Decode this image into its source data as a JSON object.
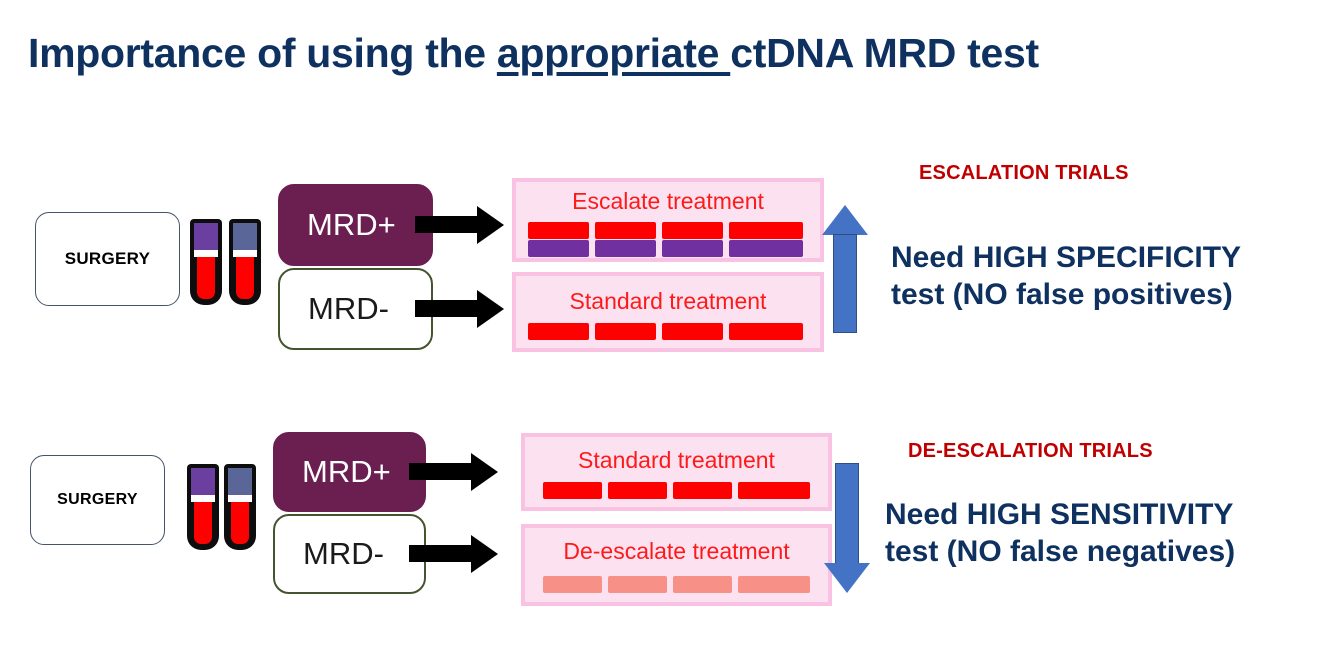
{
  "slide": {
    "title_part1": "Importance of using the ",
    "title_underlined": "appropriate ",
    "title_part2": "ctDNA MRD test"
  },
  "colors": {
    "title_navy": "#0E3160",
    "trial_red": "#C00000",
    "panel_fill_pink": "#FCE2F1",
    "panel_border_pink": "#F9C2E2",
    "bar_red": "#FF0000",
    "bar_purple": "#7030A0",
    "bar_salmon": "#F79086",
    "mrd_pos_maroon": "#6B1F50",
    "mrd_neg_border_green": "#44542F",
    "blue_arrow": "#4472C4",
    "tube_cap_purple": "#6B3FA0",
    "tube_cap_slate": "#5A6698",
    "blood_red": "#FF0000"
  },
  "rows": [
    {
      "id": "escalation",
      "surgery_label": "SURGERY",
      "tubes": [
        {
          "cap_color": "#6B3FA0",
          "name": "blood-tube-purple"
        },
        {
          "cap_color": "#5A6698",
          "name": "blood-tube-slate"
        }
      ],
      "mrd_positive_label": "MRD+",
      "mrd_negative_label": "MRD-",
      "panels": [
        {
          "label": "Escalate treatment",
          "bar_rows": [
            {
              "color": "#FF0000",
              "count": 4
            },
            {
              "color": "#7030A0",
              "count": 4
            }
          ]
        },
        {
          "label": "Standard treatment",
          "bar_rows": [
            {
              "color": "#FF0000",
              "count": 4
            }
          ]
        }
      ],
      "arrow_direction": "up",
      "trial_title": "ESCALATION TRIALS",
      "need_line1": "Need HIGH SPECIFICITY",
      "need_line2": "test (NO false positives)"
    },
    {
      "id": "de-escalation",
      "surgery_label": "SURGERY",
      "tubes": [
        {
          "cap_color": "#6B3FA0",
          "name": "blood-tube-purple"
        },
        {
          "cap_color": "#5A6698",
          "name": "blood-tube-slate"
        }
      ],
      "mrd_positive_label": "MRD+",
      "mrd_negative_label": "MRD-",
      "panels": [
        {
          "label": "Standard treatment",
          "bar_rows": [
            {
              "color": "#FF0000",
              "count": 4
            }
          ]
        },
        {
          "label": "De-escalate treatment",
          "bar_rows": [
            {
              "color": "#F79086",
              "count": 4
            }
          ]
        }
      ],
      "arrow_direction": "down",
      "trial_title": "DE-ESCALATION TRIALS",
      "need_line1": "Need HIGH SENSITIVITY",
      "need_line2": "test (NO false negatives)"
    }
  ]
}
